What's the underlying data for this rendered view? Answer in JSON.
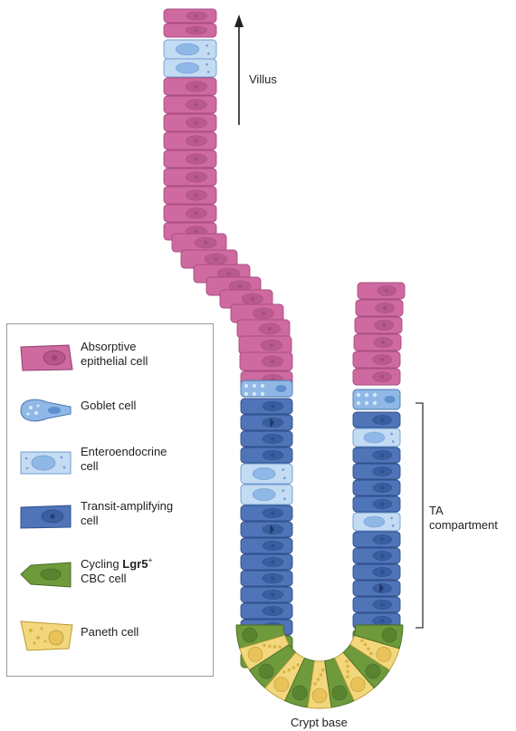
{
  "labels": {
    "villus": "Villus",
    "ta_line1": "TA",
    "ta_line2": "compartment",
    "crypt_base": "Crypt base"
  },
  "legend": [
    {
      "key": "absorptive",
      "line1": "Absorptive",
      "line2": "epithelial cell",
      "color": "#cf6aa0"
    },
    {
      "key": "goblet",
      "line1": "Goblet cell",
      "line2": "",
      "color": "#8fb8e6"
    },
    {
      "key": "enteroendocrine",
      "line1": "Enteroendocrine",
      "line2": "cell",
      "color": "#c4dcf3"
    },
    {
      "key": "transit",
      "line1": "Transit-amplifying",
      "line2": "cell",
      "color": "#4f74b8"
    },
    {
      "key": "cbc",
      "line1_prefix": "Cycling ",
      "line1_bold": "Lgr5",
      "line1_sup": "+",
      "line2": "CBC cell",
      "color": "#6e9a3c"
    },
    {
      "key": "paneth",
      "line1": "Paneth cell",
      "line2": "",
      "color": "#f3d77c"
    }
  ],
  "colors": {
    "absorptive": "#cf6aa0",
    "absorptive_dark": "#a94d80",
    "goblet": "#8fb8e6",
    "enteroendocrine": "#c4dcf3",
    "transit": "#4f74b8",
    "transit_dark": "#2f4f8c",
    "cbc": "#6e9a3c",
    "paneth": "#f3d77c"
  }
}
